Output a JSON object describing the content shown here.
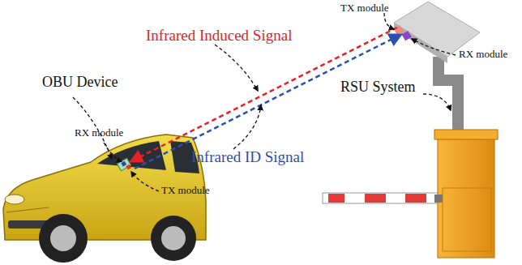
{
  "diagram": {
    "labels": [
      "OBU Device",
      "RX module",
      "TX module",
      "Infrared Induced Signal",
      "Infrared ID Signal",
      "TX module",
      "RX module",
      "RSU System"
    ]
  }
}
